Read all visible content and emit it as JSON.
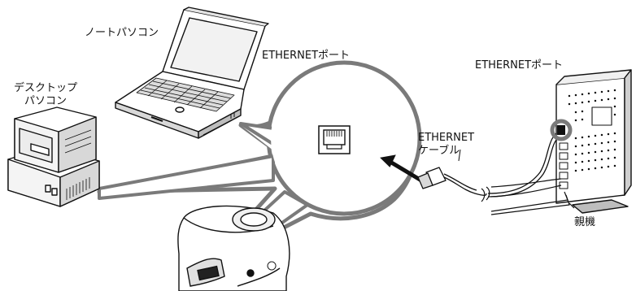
{
  "labels": {
    "notebook_pc": "ノートパソコン",
    "desktop_pc_line1": "デスクトップ",
    "desktop_pc_line2": "パソコン",
    "ethernet_port_center": "ETHERNETポート",
    "ethernet_port_right": "ETHERNETポート",
    "ethernet_cable_line1": "ETHERNET",
    "ethernet_cable_line2": "ケーブル",
    "parent_unit": "親機"
  },
  "colors": {
    "line": "#111111",
    "callout_fill": "#ffffff",
    "callout_stroke": "#7a7a7a",
    "highlight_ring": "#7a7a7a",
    "device_fill": "#ffffff",
    "shade": "#d8d8d8"
  },
  "icons": {
    "arrow": "arrow-left-up-icon",
    "port": "ethernet-port-icon"
  }
}
